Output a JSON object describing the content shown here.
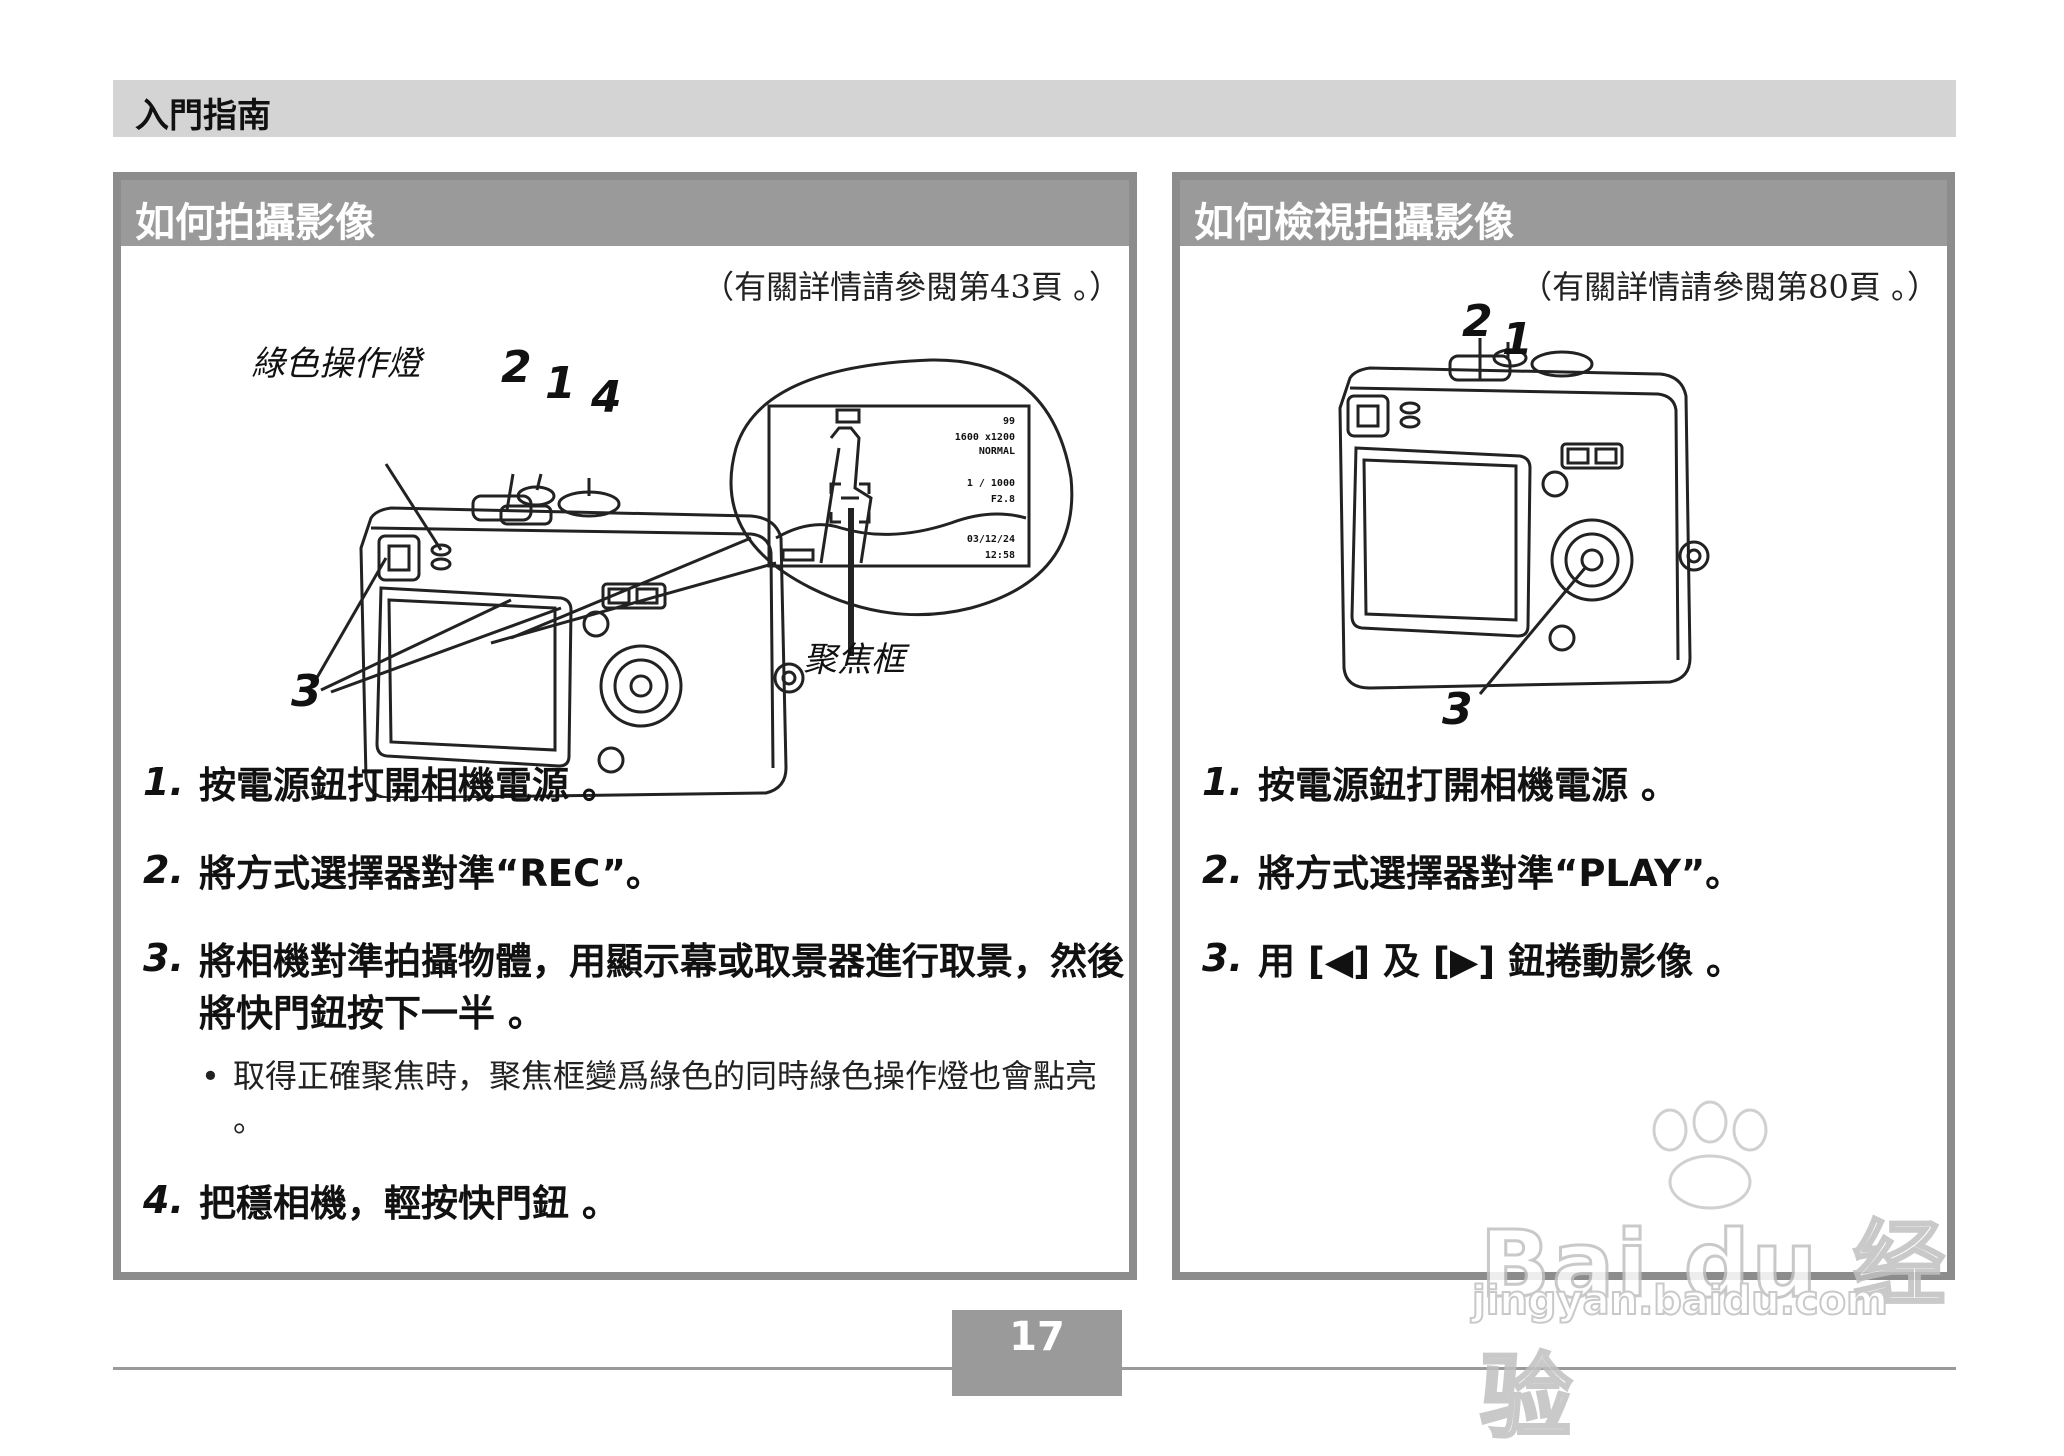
{
  "header": {
    "title": "入門指南"
  },
  "left_panel": {
    "title": "如何拍攝影像",
    "ref_note": "（有關詳情請參閱第43頁 。）",
    "figure_labels": {
      "green_lamp": "綠色操作燈",
      "n2": "2",
      "n1": "1",
      "n4": "4",
      "n3": "3",
      "focus_frame": "聚焦框"
    },
    "lcd": {
      "shots": "99",
      "resolution": "1600 x1200",
      "quality": "NORMAL",
      "shutter": "1 / 1000",
      "aperture": "F2.8",
      "date": "03/12/24",
      "time": "12:58"
    },
    "steps": [
      {
        "num": "1.",
        "text": "按電源鈕打開相機電源 。"
      },
      {
        "num": "2.",
        "text": "將方式選擇器對準“REC”。"
      },
      {
        "num": "3.",
        "text": "將相機對準拍攝物體，用顯示幕或取景器進行取景，然後將快門鈕按下一半 。",
        "sub": "取得正確聚焦時，聚焦框變爲綠色的同時綠色操作燈也會點亮 。"
      },
      {
        "num": "4.",
        "text": "把穩相機，輕按快門鈕 。"
      }
    ]
  },
  "right_panel": {
    "title": "如何檢視拍攝影像",
    "ref_note": "（有關詳情請參閱第80頁 。）",
    "figure_labels": {
      "n2": "2",
      "n1": "1",
      "n3": "3"
    },
    "steps": [
      {
        "num": "1.",
        "text": "按電源鈕打開相機電源 。"
      },
      {
        "num": "2.",
        "text": "將方式選擇器對準“PLAY”。"
      },
      {
        "num": "3.",
        "text": "用 [◀] 及 [▶] 鈕捲動影像 。"
      }
    ]
  },
  "footer": {
    "page_number": "17"
  },
  "watermark": {
    "brand": "Bai du 经验",
    "url": "jingyan.baidu.com"
  }
}
